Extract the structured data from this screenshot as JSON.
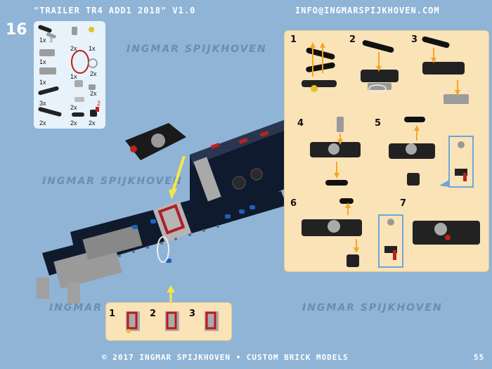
{
  "header": {
    "title": "\"TRAILER TR4 ADD1 2018\" V1.0",
    "email": "INFO@INGMARSPIJKHOVEN.COM"
  },
  "step_number": "16",
  "parts": [
    {
      "qty": "1x"
    },
    {
      "qty": "3"
    },
    {
      "qty": "2x"
    },
    {
      "qty": "1x"
    },
    {
      "qty": "1x"
    },
    {
      "qty": "2x"
    },
    {
      "qty": "1x"
    },
    {
      "qty": "2x"
    },
    {
      "qty": "3x"
    },
    {
      "qty": "2x"
    },
    {
      "qty": "2x"
    },
    {
      "qty": "2x"
    },
    {
      "qty": "2"
    },
    {
      "qty": "2x"
    }
  ],
  "substeps_right": [
    "1",
    "2",
    "3",
    "4",
    "5",
    "6",
    "7"
  ],
  "substeps_bottom": [
    "1",
    "2",
    "3"
  ],
  "watermark": "INGMAR SPIJKHOVEN",
  "footer": "© 2017 INGMAR SPIJKHOVEN • CUSTOM BRICK MODELS",
  "page_number": "55",
  "colors": {
    "background": "#8fb4d6",
    "panel": "#fbe3b8",
    "arrow": "#f5a623",
    "parts_bg": "#e8f2fb"
  }
}
